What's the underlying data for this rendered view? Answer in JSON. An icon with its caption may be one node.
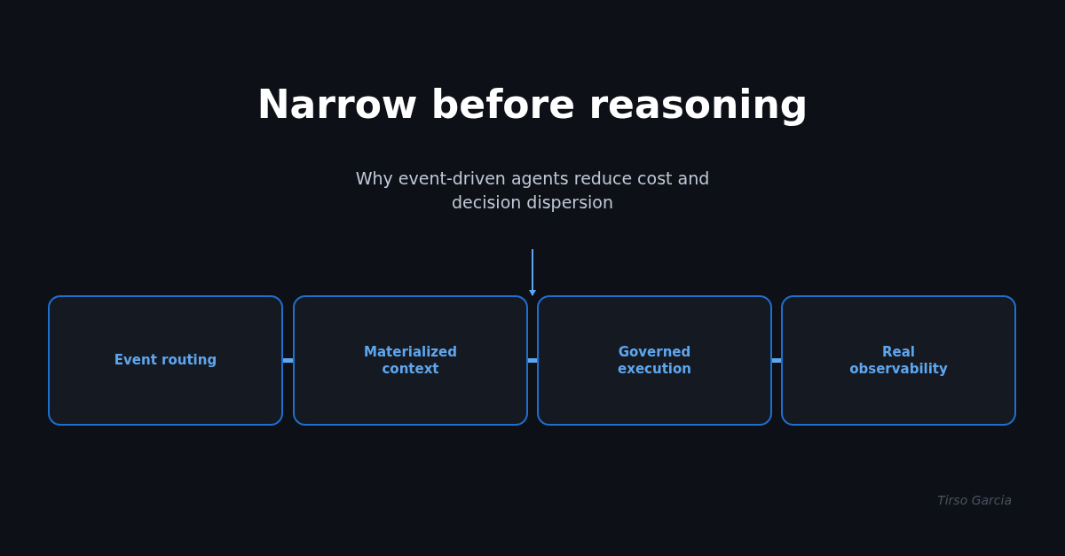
{
  "diagram": {
    "title": "Narrow before reasoning",
    "nodes": [
      {
        "text": [
          "Event routing"
        ]
      },
      {
        "text": [
          "Materialized context"
        ]
      },
      {
        "text": [
          "Governed execution"
        ]
      },
      {
        "text": [
          "Real observability"
        ]
      }
    ],
    "edges": [
      {
        "from": 0,
        "to": 1,
        "arrow": "none"
      },
      {
        "from": 1,
        "to": 2,
        "arrow": "none"
      },
      {
        "from": 2,
        "to": 3,
        "arrow": "none"
      }
    ],
    "labels": [
      "Why event-driven agents reduce cost and decision dispersion",
      "Tirso Garcia"
    ]
  }
}
